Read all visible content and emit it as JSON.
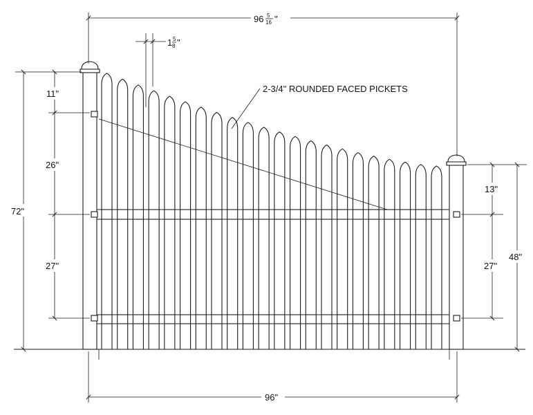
{
  "dimensions": {
    "overall_top": "96",
    "overall_top_frac_num": "5",
    "overall_top_frac_den": "16",
    "overall_top_unit": "\"",
    "picket_gap": "1",
    "picket_gap_frac_num": "5",
    "picket_gap_frac_den": "8",
    "picket_gap_unit": "\"",
    "left_total": "72\"",
    "left_top": "11\"",
    "left_middle": "26\"",
    "left_bottom": "27\"",
    "right_top": "13\"",
    "right_middle": "27\"",
    "right_total": "48\"",
    "bottom_width": "96\""
  },
  "callout": {
    "picket_label": "2-3/4\" ROUNDED FACED PICKETS"
  },
  "fence": {
    "picket_count": 22,
    "picket_width_in": 2.75,
    "left_picket_height_in": 72,
    "right_picket_height_in": 48
  }
}
